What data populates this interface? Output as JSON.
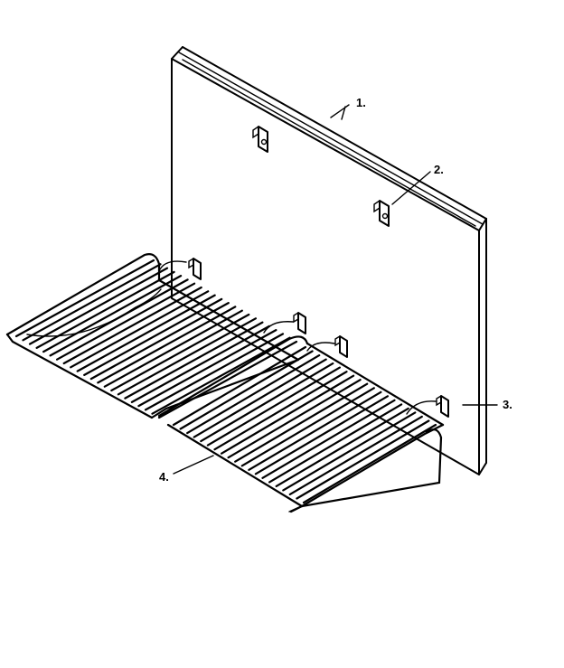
{
  "callouts": {
    "c1": "1.",
    "c2": "2.",
    "c3": "3.",
    "c4": "4."
  },
  "parts": {
    "panel": "panel-icon",
    "clip": "clip-icon",
    "rack": "rack-icon"
  },
  "stroke_color": "#000000",
  "background_color": "#ffffff"
}
